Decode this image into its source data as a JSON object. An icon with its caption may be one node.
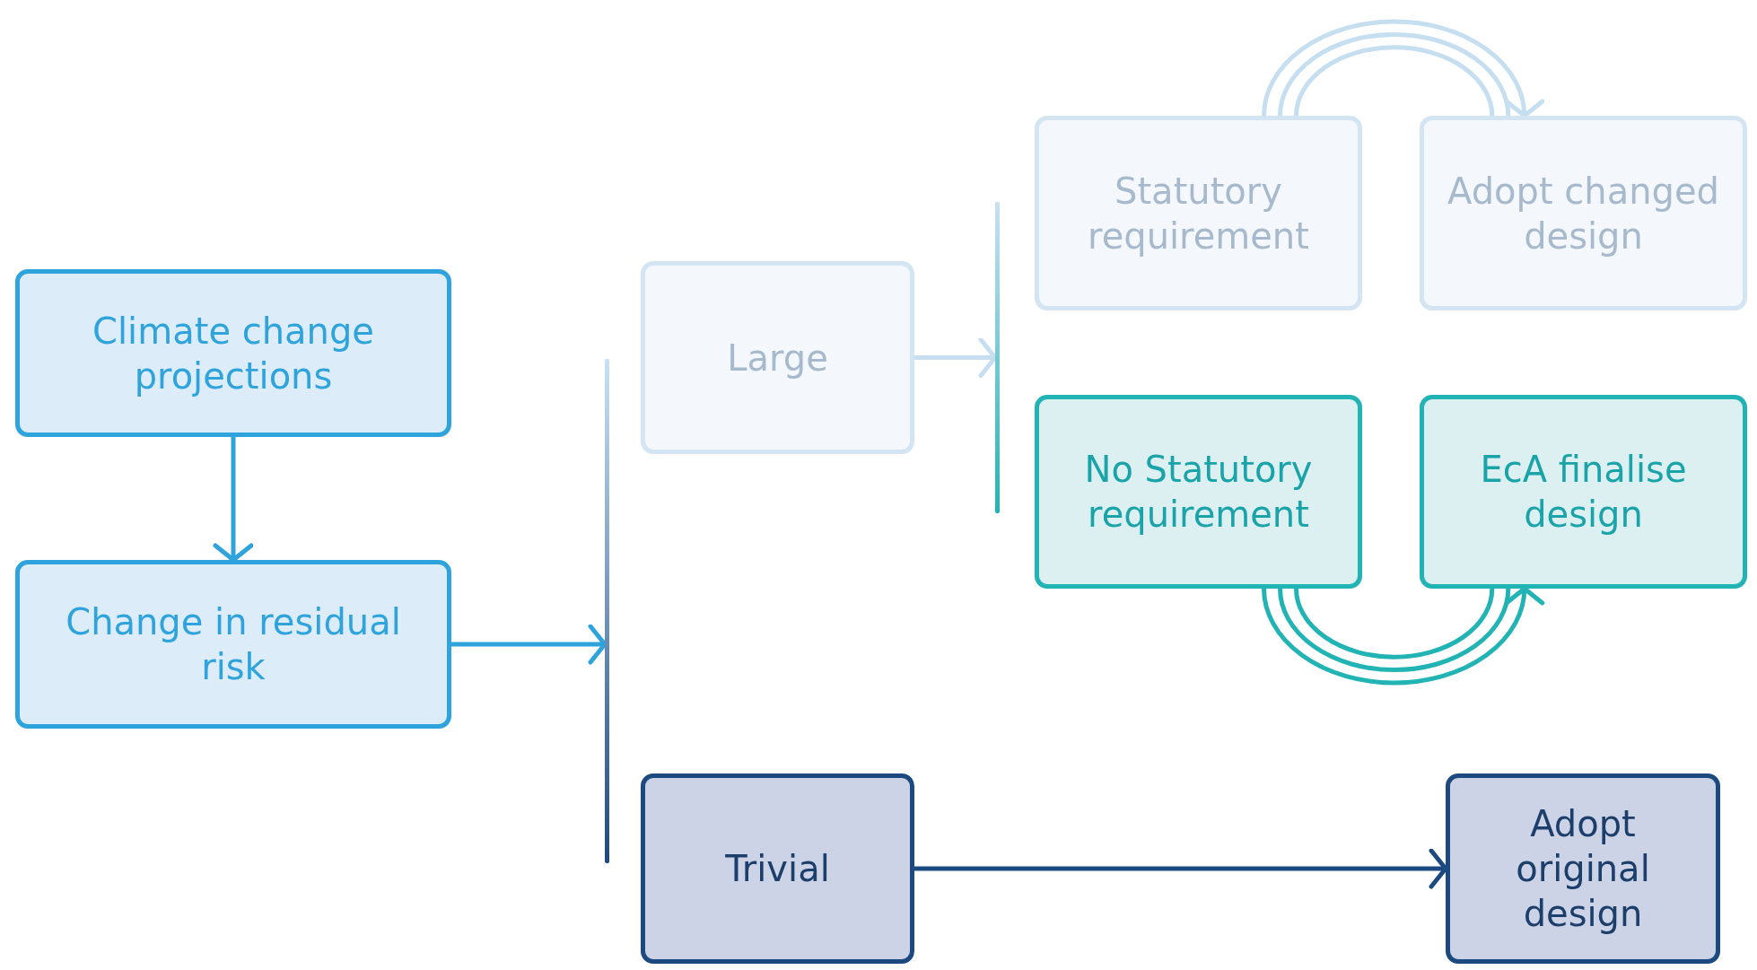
{
  "diagram": {
    "nodes": [
      {
        "text": [
          "Climate change projections"
        ]
      },
      {
        "text": [
          "Change in residual risk"
        ]
      },
      {
        "text": [],
        "shape": "bar"
      },
      {
        "text": [
          "Large"
        ]
      },
      {
        "text": [
          "Trivial"
        ]
      },
      {
        "text": [],
        "shape": "bar"
      },
      {
        "text": [
          "Statutory requirement"
        ]
      },
      {
        "text": [
          "Adopt changed design"
        ]
      },
      {
        "text": [
          "No Statutory requirement"
        ]
      },
      {
        "text": [
          "EcA finalise design"
        ]
      },
      {
        "text": [
          "Adopt original design"
        ]
      }
    ],
    "edges": [
      {
        "from": 0,
        "to": 1,
        "arrow": "to"
      },
      {
        "from": 1,
        "to": 2,
        "arrow": "to"
      },
      {
        "from": 3,
        "to": 5,
        "arrow": "to",
        "color": "#c5def0"
      },
      {
        "from": 6,
        "to": 7,
        "arrow": "to",
        "color": "#c5def0"
      },
      {
        "from": 8,
        "to": 9,
        "arrow": "to",
        "color": "#22b3b5"
      },
      {
        "from": 4,
        "to": 10,
        "arrow": "to",
        "color": "#1c4a80"
      }
    ]
  }
}
